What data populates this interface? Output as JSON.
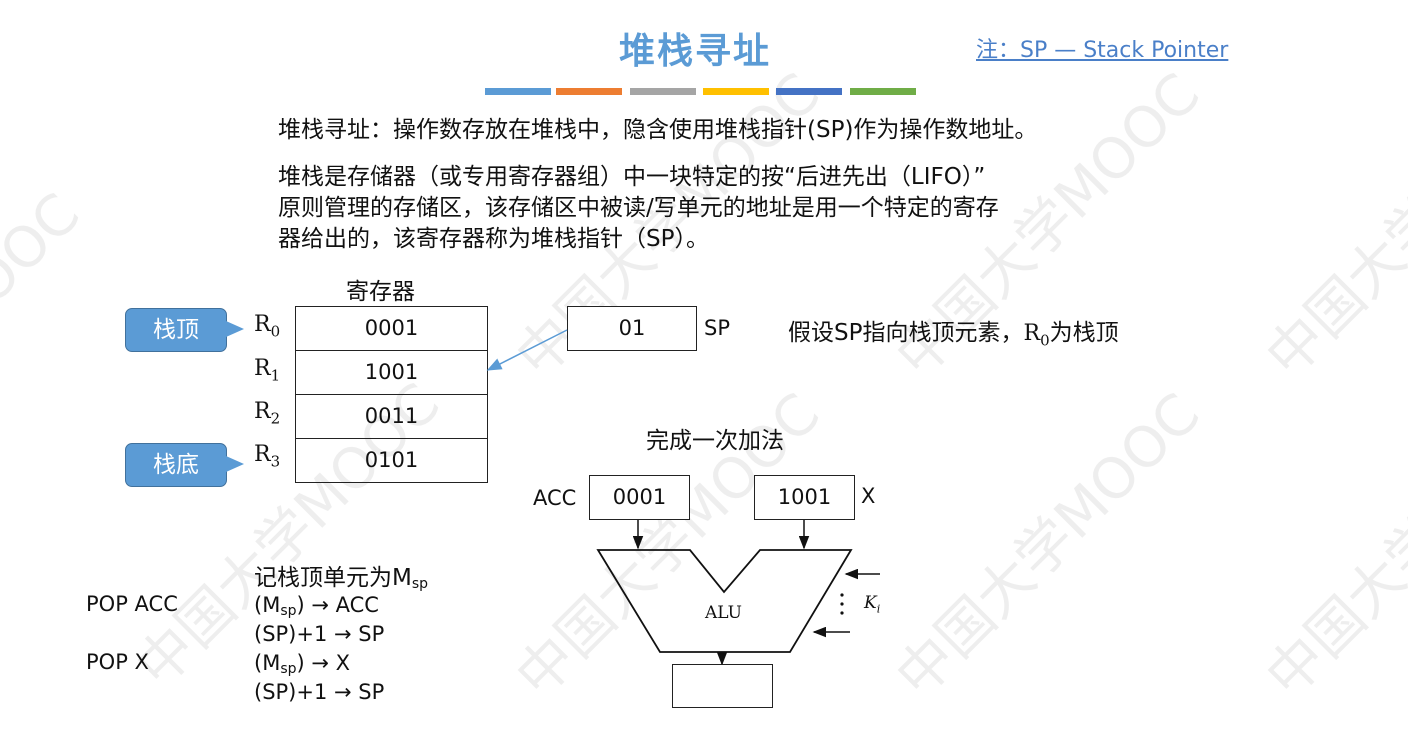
{
  "title": "堆栈寻址",
  "note": "注：SP — Stack Pointer",
  "color_bars": [
    "#5B9BD5",
    "#ED7D31",
    "#A5A5A5",
    "#FFC000",
    "#4472C4",
    "#70AD47"
  ],
  "watermark": "中国大学MOOC",
  "paragraph1": "堆栈寻址：操作数存放在堆栈中，隐含使用堆栈指针(SP)作为操作数地址。",
  "paragraph2": {
    "line1": "堆栈是存储器（或专用寄存器组）中一块特定的按“后进先出（LIFO）”",
    "line2": "原则管理的存储区，该存储区中被读/写单元的地址是用一个特定的寄存",
    "line3": "器给出的，该寄存器称为堆栈指针（SP）。"
  },
  "register_table": {
    "header": "寄存器",
    "rows": [
      {
        "label": "R",
        "sub": "0",
        "value": "0001"
      },
      {
        "label": "R",
        "sub": "1",
        "value": "1001"
      },
      {
        "label": "R",
        "sub": "2",
        "value": "0011"
      },
      {
        "label": "R",
        "sub": "3",
        "value": "0101"
      }
    ]
  },
  "callouts": {
    "top": "栈顶",
    "bottom": "栈底"
  },
  "sp": {
    "value": "01",
    "label": "SP"
  },
  "assumption": {
    "prefix": "假设SP指向栈顶元素，",
    "reg": "R",
    "sub": "0",
    "suffix": "为栈顶"
  },
  "alu_section": {
    "caption": "完成一次加法",
    "acc_label": "ACC",
    "acc_value": "0001",
    "x_value": "1001",
    "x_label": "X",
    "alu_label": "ALU",
    "k_label": "K",
    "k_sub": "i"
  },
  "instructions": {
    "heading_text": "记栈顶单元为M",
    "heading_sub": "sp",
    "pop_acc": "POP  ACC",
    "pop_acc_step1_pre": "(M",
    "pop_acc_step1_sub": "sp",
    "pop_acc_step1_post": ") → ACC",
    "pop_acc_step2": "(SP)+1 → SP",
    "pop_x": "POP X",
    "pop_x_step1_pre": "(M",
    "pop_x_step1_sub": "sp",
    "pop_x_step1_post": ") → X",
    "pop_x_step2": "(SP)+1 → SP"
  }
}
